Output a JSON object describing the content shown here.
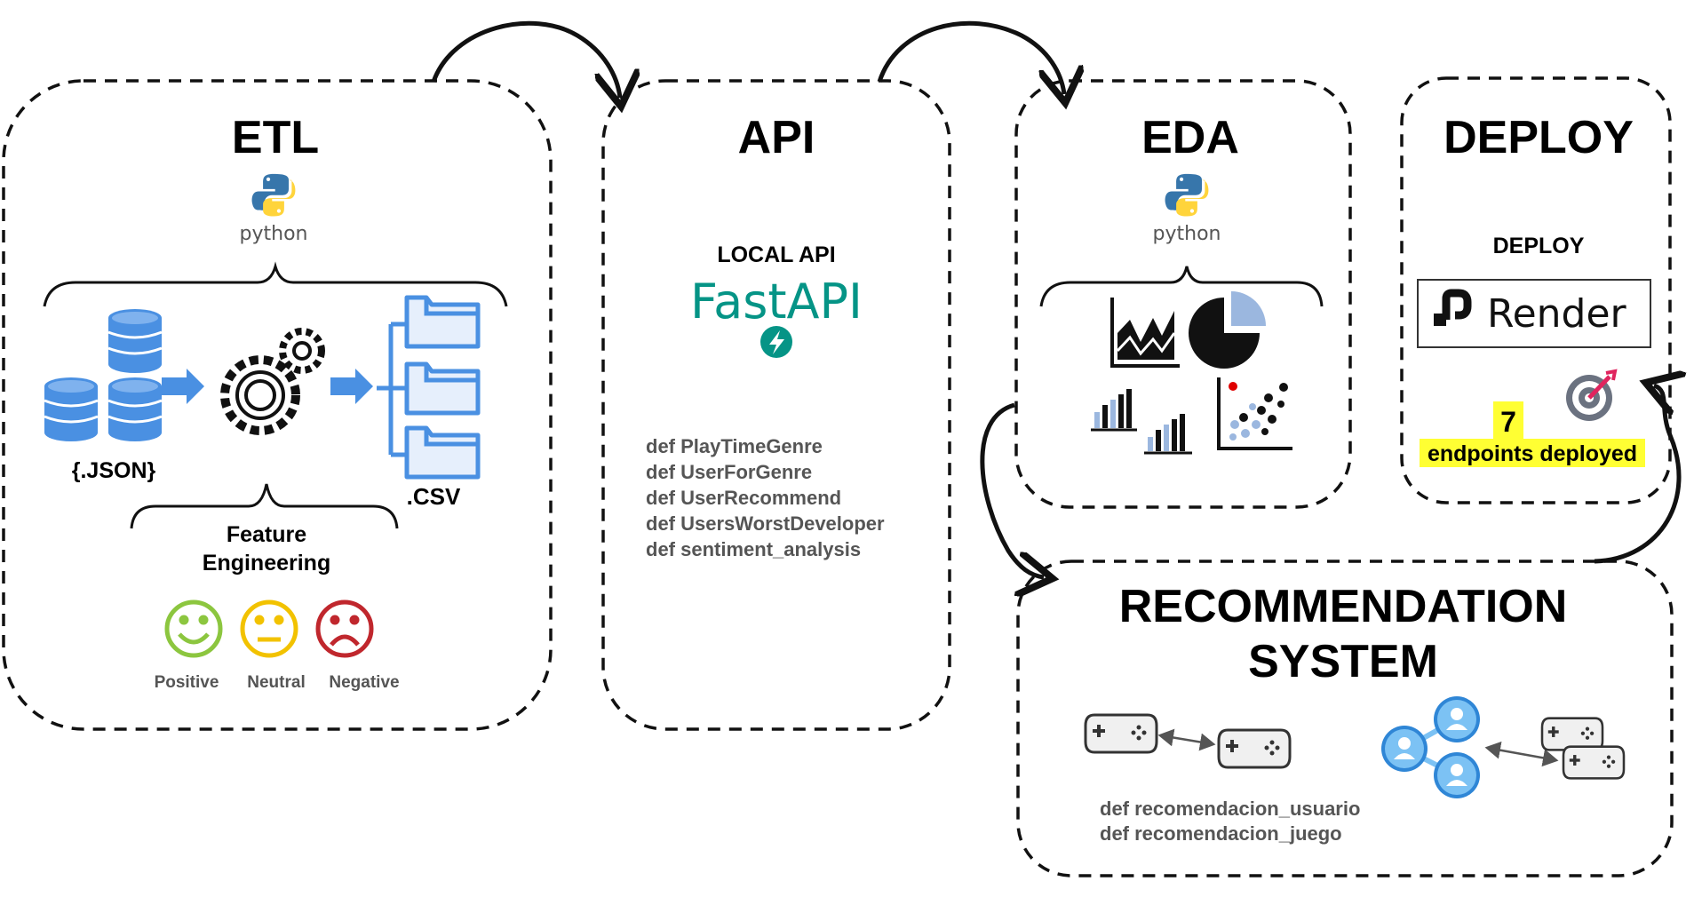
{
  "etl": {
    "title": "ETL",
    "python_label": "python",
    "json_label": "{.JSON}",
    "csv_label": ".CSV",
    "feature_engineering": [
      "Feature",
      "Engineering"
    ],
    "sentiments": [
      {
        "label": "Positive",
        "color": "#8cc63f"
      },
      {
        "label": "Neutral",
        "color": "#f2c200"
      },
      {
        "label": "Negative",
        "color": "#c0272d"
      }
    ]
  },
  "api": {
    "title": "API",
    "subtitle": "LOCAL API",
    "framework": "FastAPI",
    "functions": [
      "def PlayTimeGenre",
      "def UserForGenre",
      "def UserRecommend",
      "def UsersWorstDeveloper",
      "def sentiment_analysis"
    ]
  },
  "eda": {
    "title": "EDA",
    "python_label": "python"
  },
  "deploy": {
    "title": "DEPLOY",
    "subtitle": "DEPLOY",
    "platform": "Render",
    "endpoint_count": "7",
    "endpoint_label": "endpoints deployed"
  },
  "recommendation": {
    "title_line1": "RECOMMENDATION",
    "title_line2": "SYSTEM",
    "functions": [
      "def recomendacion_usuario",
      "def recomendacion_juego"
    ]
  },
  "colors": {
    "fastapi_teal": "#059486",
    "icon_blue": "#4a90e2",
    "highlight_yellow": "#ffff33",
    "python_blue": "#3776ab",
    "python_yellow": "#ffd43b"
  }
}
